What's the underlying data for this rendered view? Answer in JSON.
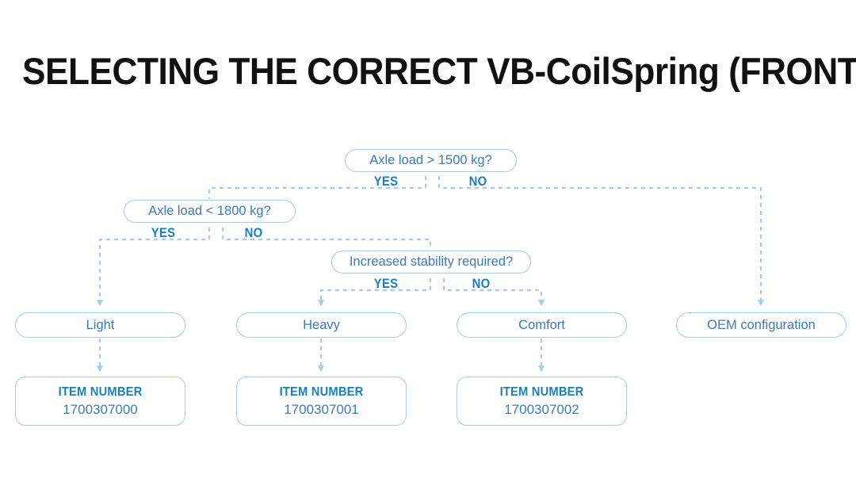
{
  "page": {
    "title": "SELECTING THE CORRECT VB-CoilSpring (FRONT AXLE)",
    "background": "#ffffff"
  },
  "colors": {
    "title": "#111111",
    "node_text": "#3d7ab8",
    "node_border": "#a8cbe8",
    "branch_label": "#1a7fc1",
    "item_label": "#1a7fc1",
    "item_value": "#3d7ab8",
    "connector": "#a8cbe8"
  },
  "chart_data": {
    "type": "diagram",
    "title": "SELECTING THE CORRECT VB-CoilSpring (FRONT AXLE)",
    "nodes": [
      {
        "id": "d1",
        "kind": "decision",
        "label": "Axle load > 1500 kg?"
      },
      {
        "id": "d2",
        "kind": "decision",
        "label": "Axle load < 1800 kg?"
      },
      {
        "id": "d3",
        "kind": "decision",
        "label": "Increased stability required?"
      },
      {
        "id": "o_light",
        "kind": "outcome",
        "label": "Light"
      },
      {
        "id": "o_heavy",
        "kind": "outcome",
        "label": "Heavy"
      },
      {
        "id": "o_comfort",
        "kind": "outcome",
        "label": "Comfort"
      },
      {
        "id": "o_oem",
        "kind": "outcome",
        "label": "OEM configuration"
      },
      {
        "id": "i1",
        "kind": "item",
        "label": "ITEM NUMBER",
        "value": "1700307000"
      },
      {
        "id": "i2",
        "kind": "item",
        "label": "ITEM NUMBER",
        "value": "1700307001"
      },
      {
        "id": "i3",
        "kind": "item",
        "label": "ITEM NUMBER",
        "value": "1700307002"
      }
    ],
    "edges": [
      {
        "from": "d1",
        "to": "d2",
        "label": "YES"
      },
      {
        "from": "d1",
        "to": "o_oem",
        "label": "NO"
      },
      {
        "from": "d2",
        "to": "o_light",
        "label": "YES"
      },
      {
        "from": "d2",
        "to": "d3",
        "label": "NO"
      },
      {
        "from": "d3",
        "to": "o_heavy",
        "label": "YES"
      },
      {
        "from": "d3",
        "to": "o_comfort",
        "label": "NO"
      },
      {
        "from": "o_light",
        "to": "i1",
        "label": ""
      },
      {
        "from": "o_heavy",
        "to": "i2",
        "label": ""
      },
      {
        "from": "o_comfort",
        "to": "i3",
        "label": ""
      }
    ]
  },
  "decisions": {
    "d1": {
      "question": "Axle load > 1500 kg?",
      "yes": "YES",
      "no": "NO"
    },
    "d2": {
      "question": "Axle load < 1800 kg?",
      "yes": "YES",
      "no": "NO"
    },
    "d3": {
      "question": "Increased stability required?",
      "yes": "YES",
      "no": "NO"
    }
  },
  "outcomes": {
    "light": "Light",
    "heavy": "Heavy",
    "comfort": "Comfort",
    "oem": "OEM configuration"
  },
  "items": {
    "item1": {
      "label": "ITEM NUMBER",
      "value": "1700307000"
    },
    "item2": {
      "label": "ITEM NUMBER",
      "value": "1700307001"
    },
    "item3": {
      "label": "ITEM NUMBER",
      "value": "1700307002"
    }
  }
}
